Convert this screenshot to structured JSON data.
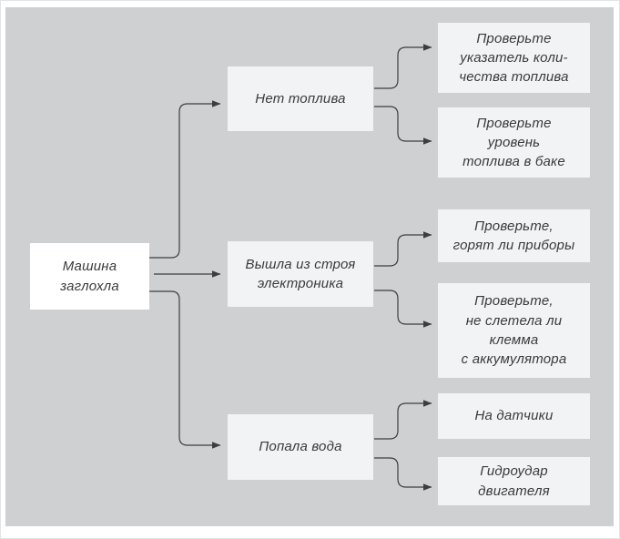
{
  "colors": {
    "page_bg": "#ffffff",
    "canvas_bg": "#cfd0d2",
    "root_box_bg": "#ffffff",
    "box_bg": "#f2f3f4",
    "text": "#3a3a3c",
    "line": "#3d3d40"
  },
  "diagram": {
    "type": "flowchart",
    "direction": "left-to-right",
    "root": {
      "lines": [
        "Машина",
        "заглохла"
      ]
    },
    "causes": [
      {
        "id": "fuel",
        "lines": [
          "Нет топлива"
        ]
      },
      {
        "id": "electronics",
        "lines": [
          "Вышла из строя",
          "электроника"
        ]
      },
      {
        "id": "water",
        "lines": [
          "Попала вода"
        ]
      }
    ],
    "checks": [
      {
        "cause": "fuel",
        "lines": [
          "Проверьте",
          "указатель коли-",
          "чества топлива"
        ]
      },
      {
        "cause": "fuel",
        "lines": [
          "Проверьте",
          "уровень",
          "топлива в баке"
        ]
      },
      {
        "cause": "electronics",
        "lines": [
          "Проверьте,",
          "горят ли приборы"
        ]
      },
      {
        "cause": "electronics",
        "lines": [
          "Проверьте,",
          "не слетела ли",
          "клемма",
          "с аккумулятора"
        ]
      },
      {
        "cause": "water",
        "lines": [
          "На датчики"
        ]
      },
      {
        "cause": "water",
        "lines": [
          "Гидроудар",
          "двигателя"
        ]
      }
    ]
  }
}
